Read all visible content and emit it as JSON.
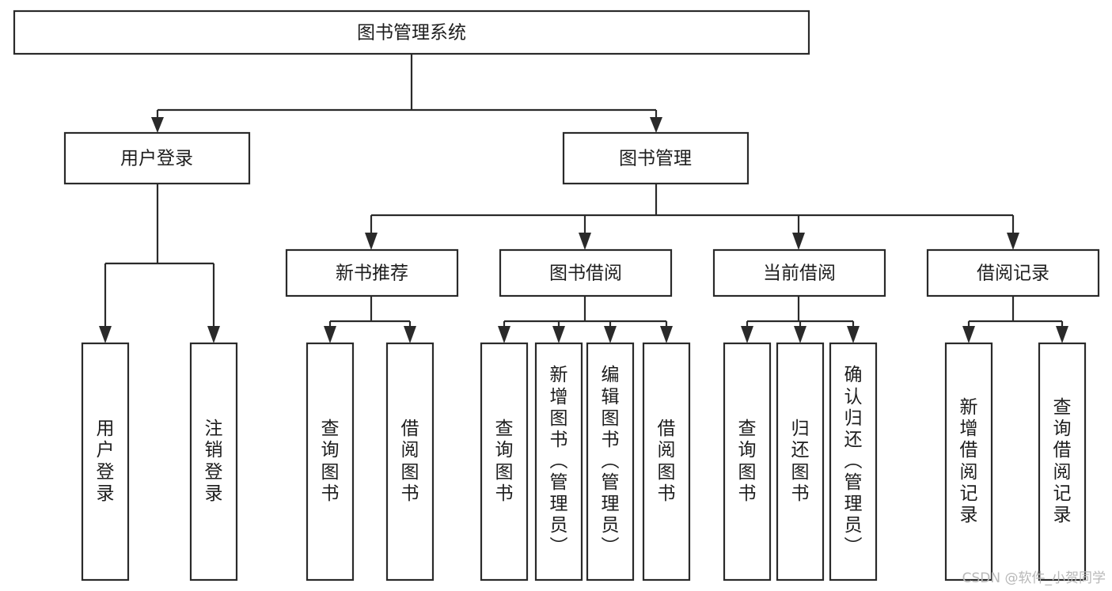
{
  "diagram": {
    "title": "图书管理系统",
    "watermark": "CSDN @软件_小贺同学",
    "colors": {
      "stroke": "#2a2a2a",
      "fill": "#ffffff",
      "text": "#1d1d1d",
      "watermark": "#b8b8b8",
      "background": "#ffffff"
    },
    "levels": {
      "root": "图书管理系统",
      "level2": [
        "用户登录",
        "图书管理"
      ],
      "level3": [
        "新书推荐",
        "图书借阅",
        "当前借阅",
        "借阅记录"
      ]
    },
    "nodes": {
      "root": {
        "label": "图书管理系统",
        "orientation": "horizontal"
      },
      "user_login": {
        "label": "用户登录",
        "orientation": "horizontal"
      },
      "book_manage": {
        "label": "图书管理",
        "orientation": "horizontal"
      },
      "new_book_rec": {
        "label": "新书推荐",
        "orientation": "horizontal"
      },
      "book_borrow": {
        "label": "图书借阅",
        "orientation": "horizontal"
      },
      "current_borrow": {
        "label": "当前借阅",
        "orientation": "horizontal"
      },
      "borrow_record": {
        "label": "借阅记录",
        "orientation": "horizontal"
      },
      "leaf_user_login": {
        "label": "用户登录",
        "orientation": "vertical"
      },
      "leaf_logout": {
        "label": "注销登录",
        "orientation": "vertical"
      },
      "leaf_query_book_rec": {
        "label": "查询图书",
        "orientation": "vertical"
      },
      "leaf_borrow_book_rec": {
        "label": "借阅图书",
        "orientation": "vertical"
      },
      "leaf_query_book_borrow": {
        "label": "查询图书",
        "orientation": "vertical"
      },
      "leaf_add_book": {
        "label": "新增图书（管理员）",
        "orientation": "vertical"
      },
      "leaf_edit_book": {
        "label": "编辑图书（管理员）",
        "orientation": "vertical"
      },
      "leaf_borrow_book": {
        "label": "借阅图书",
        "orientation": "vertical"
      },
      "leaf_query_book_current": {
        "label": "查询图书",
        "orientation": "vertical"
      },
      "leaf_return_book": {
        "label": "归还图书",
        "orientation": "vertical"
      },
      "leaf_confirm_return": {
        "label": "确认归还（管理员）",
        "orientation": "vertical"
      },
      "leaf_add_record": {
        "label": "新增借阅记录",
        "orientation": "vertical"
      },
      "leaf_query_record": {
        "label": "查询借阅记录",
        "orientation": "vertical"
      }
    },
    "tree": [
      {
        "id": "root",
        "label": "图书管理系统",
        "children": [
          {
            "id": "user_login",
            "label": "用户登录",
            "children": [
              {
                "id": "leaf_user_login",
                "label": "用户登录"
              },
              {
                "id": "leaf_logout",
                "label": "注销登录"
              }
            ]
          },
          {
            "id": "book_manage",
            "label": "图书管理",
            "children": [
              {
                "id": "new_book_rec",
                "label": "新书推荐",
                "children": [
                  {
                    "id": "leaf_query_book_rec",
                    "label": "查询图书"
                  },
                  {
                    "id": "leaf_borrow_book_rec",
                    "label": "借阅图书"
                  }
                ]
              },
              {
                "id": "book_borrow",
                "label": "图书借阅",
                "children": [
                  {
                    "id": "leaf_query_book_borrow",
                    "label": "查询图书"
                  },
                  {
                    "id": "leaf_add_book",
                    "label": "新增图书（管理员）"
                  },
                  {
                    "id": "leaf_edit_book",
                    "label": "编辑图书（管理员）"
                  },
                  {
                    "id": "leaf_borrow_book",
                    "label": "借阅图书"
                  }
                ]
              },
              {
                "id": "current_borrow",
                "label": "当前借阅",
                "children": [
                  {
                    "id": "leaf_query_book_current",
                    "label": "查询图书"
                  },
                  {
                    "id": "leaf_return_book",
                    "label": "归还图书"
                  },
                  {
                    "id": "leaf_confirm_return",
                    "label": "确认归还（管理员）"
                  }
                ]
              },
              {
                "id": "borrow_record",
                "label": "借阅记录",
                "children": [
                  {
                    "id": "leaf_add_record",
                    "label": "新增借阅记录"
                  },
                  {
                    "id": "leaf_query_record",
                    "label": "查询借阅记录"
                  }
                ]
              }
            ]
          }
        ]
      }
    ]
  }
}
